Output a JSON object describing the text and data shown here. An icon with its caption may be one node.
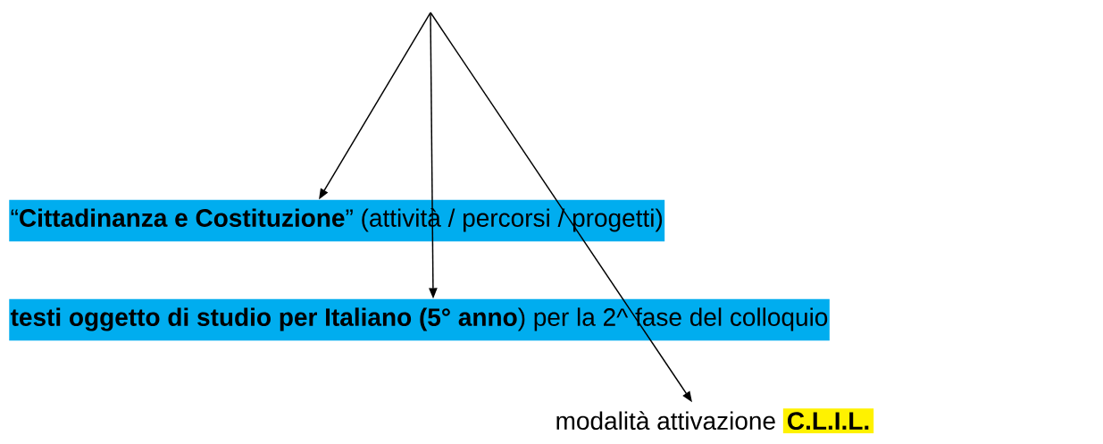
{
  "diagram": {
    "nodes": [
      {
        "text": [
          "“**Cittadinanza e Costituzione**” (attività / percorsi / progetti)"
        ]
      },
      {
        "text": [
          "**testi oggetto di studio per Italiano (5° anno**) per la 2^ fase del colloquio"
        ]
      },
      {
        "text": [
          "modalità attivazione",
          "C.L.I.L."
        ]
      }
    ],
    "edges": [
      {
        "from": null,
        "to": 0,
        "arrow": "to"
      },
      {
        "from": null,
        "to": 1,
        "arrow": "to"
      },
      {
        "from": null,
        "to": 2,
        "arrow": "to"
      }
    ]
  }
}
